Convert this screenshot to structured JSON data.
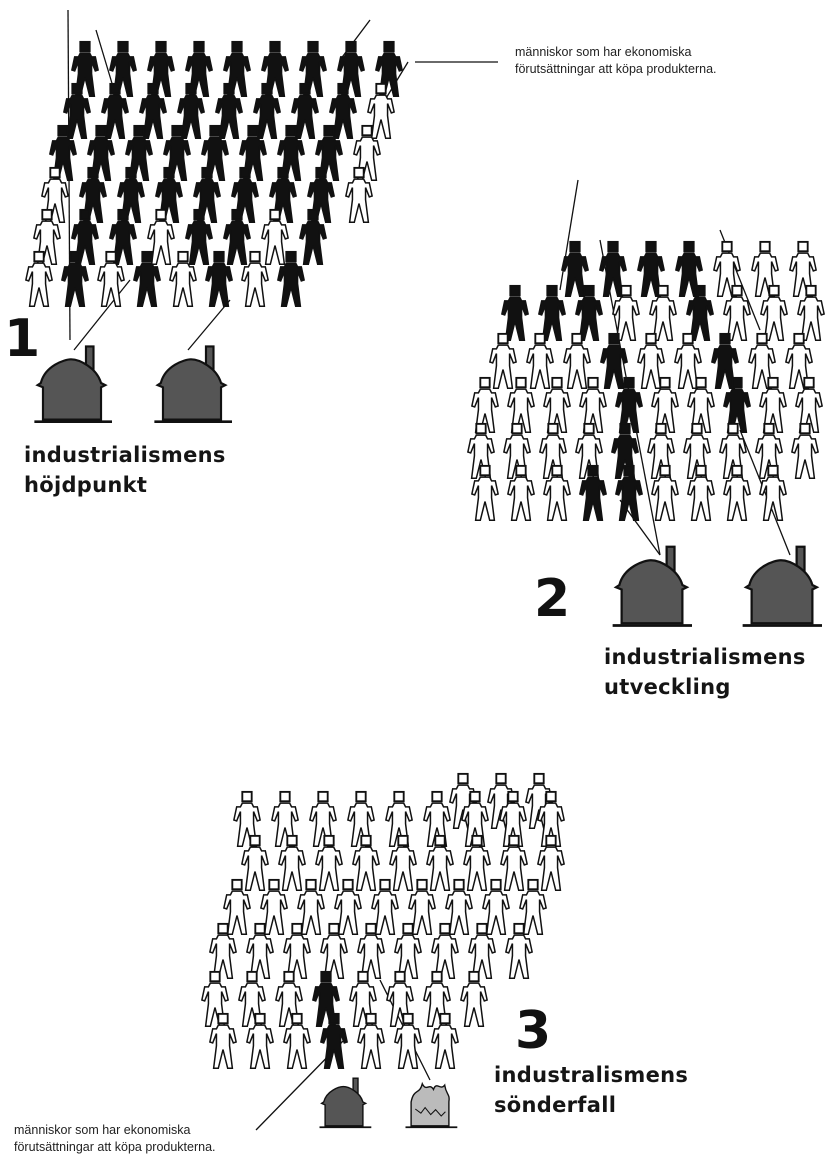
{
  "panels": [
    {
      "number": "1",
      "caption_line1": "industrialismens",
      "caption_line2": "höjdpunkt"
    },
    {
      "number": "2",
      "caption_line1": "industrialismens",
      "caption_line2": "utveckling"
    },
    {
      "number": "3",
      "caption_line1": "industralismens",
      "caption_line2": "sönderfall"
    }
  ],
  "annotations": {
    "top_line1": "människor som har ekonomiska",
    "top_line2": "förutsättningar att köpa produkterna.",
    "bottom_line1": "människor som har ekonomiska",
    "bottom_line2": "förutsättningar att köpa produkterna."
  },
  "colors": {
    "ink": "#111111",
    "outline_figure_fill": "#ffffff",
    "factory_fill": "#555555",
    "burning_factory_fill": "#bbbbbb"
  },
  "icons": {
    "person": "person-icon",
    "factory": "factory-icon",
    "burning_factory": "burning-factory-icon"
  }
}
